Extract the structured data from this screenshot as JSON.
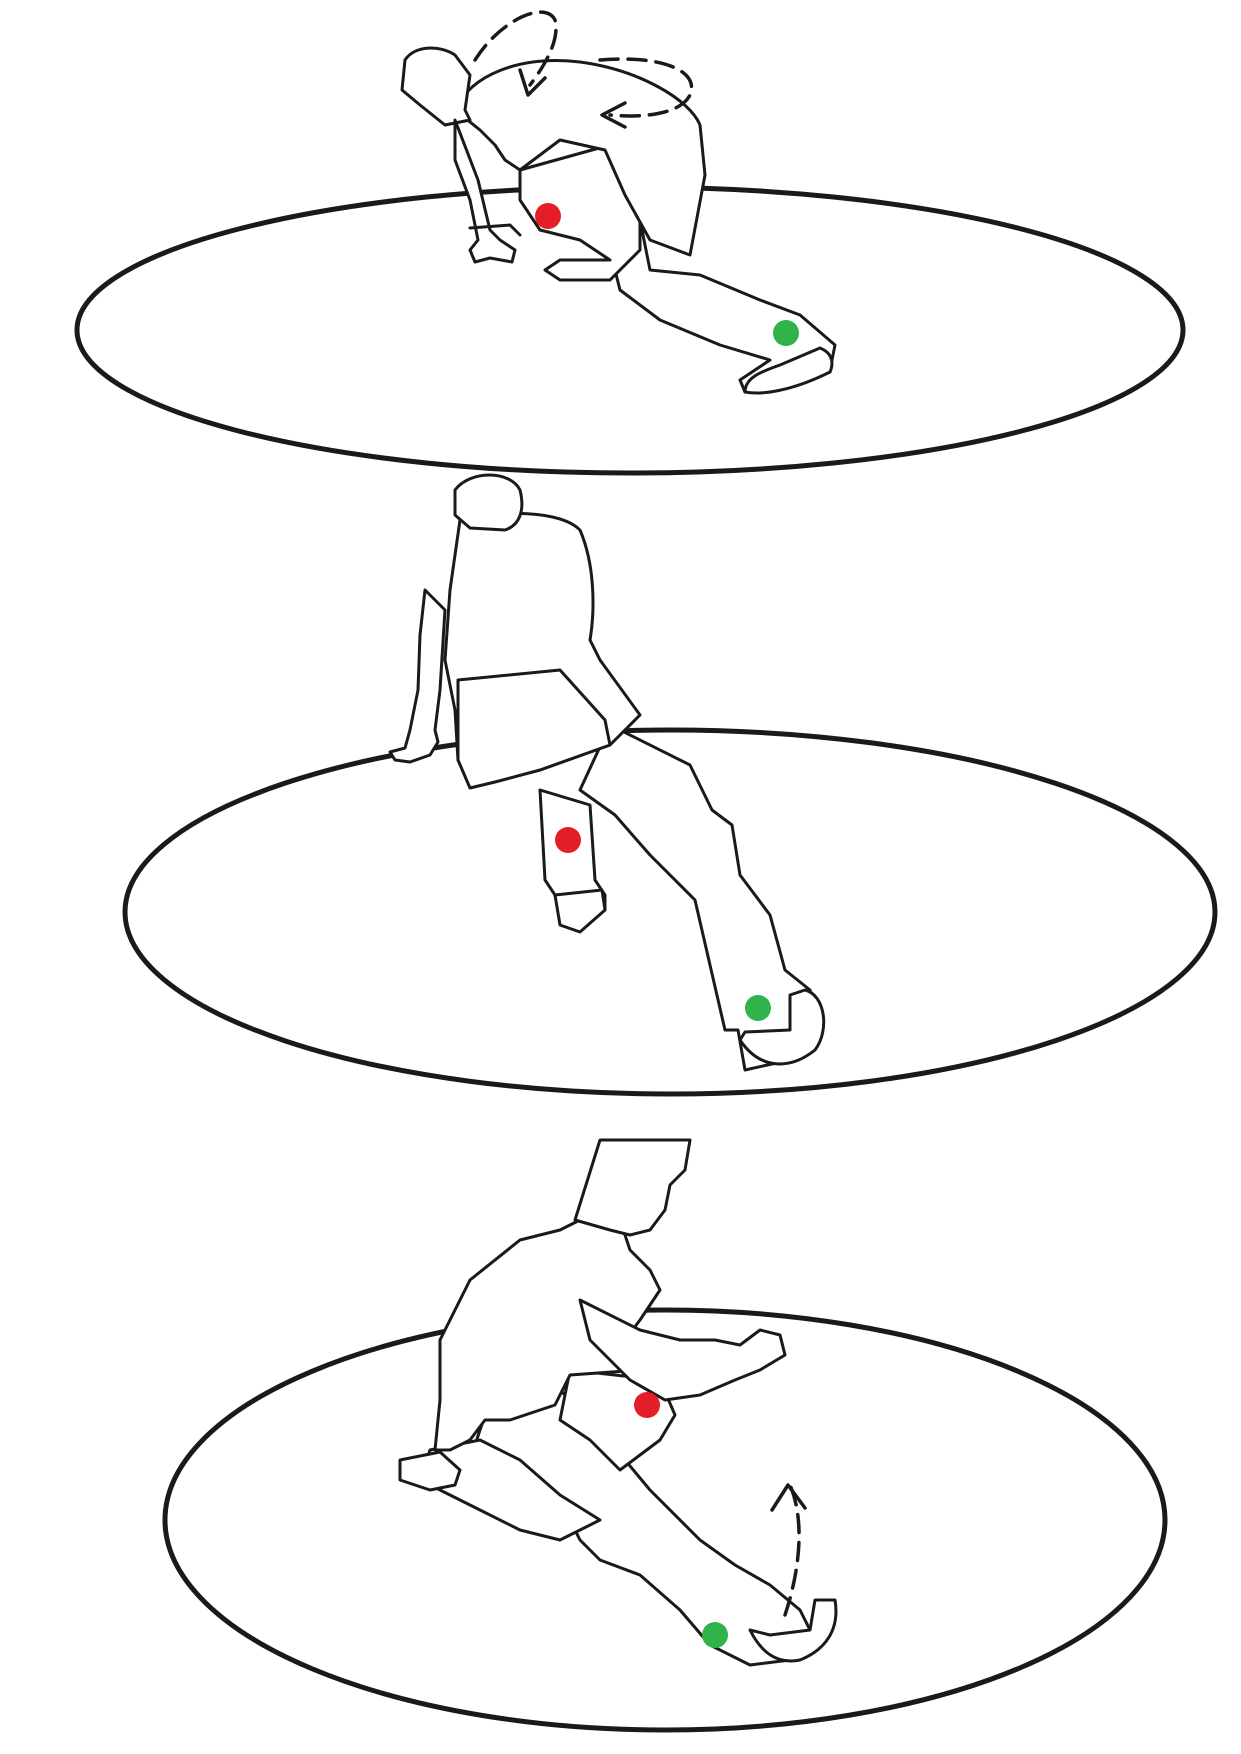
{
  "diagram": {
    "panels": [
      {
        "id": "step-1",
        "mat": "circular-mat",
        "markers": [
          "red-marker",
          "green-marker"
        ],
        "arrows": [
          "head-rotation-arrow",
          "hip-rotation-arrow"
        ]
      },
      {
        "id": "step-2",
        "mat": "circular-mat",
        "markers": [
          "red-marker",
          "green-marker"
        ],
        "arrows": []
      },
      {
        "id": "step-3",
        "mat": "circular-mat",
        "markers": [
          "red-marker",
          "green-marker"
        ],
        "arrows": [
          "leg-lift-arrow"
        ]
      }
    ],
    "colors": {
      "outline": "#1a1a1a",
      "background": "#ffffff",
      "red_marker": "#e41e26",
      "green_marker": "#2fb34a"
    }
  }
}
